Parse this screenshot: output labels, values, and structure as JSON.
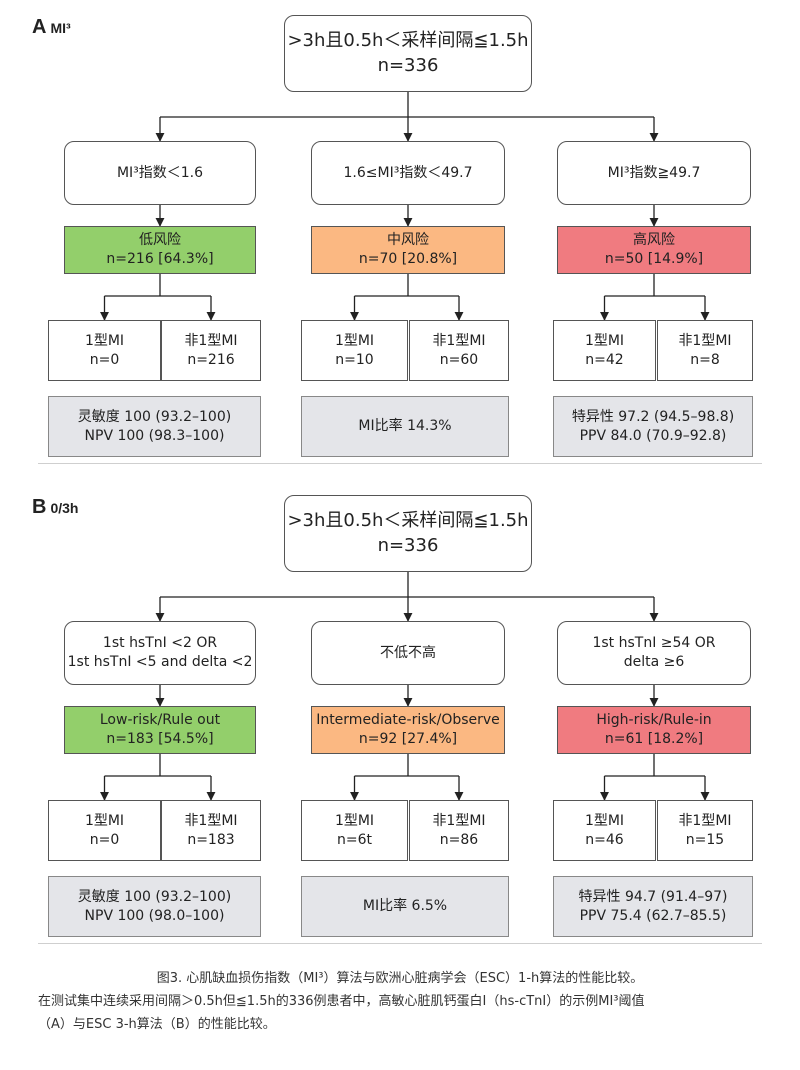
{
  "panels": [
    {
      "label": "A",
      "sublabel": "MI³",
      "root": {
        "line1": ">3h且0.5h＜采样间隔≦1.5h",
        "line2": "n=336"
      },
      "branches": [
        {
          "criterion": [
            "MI³指数＜1.6"
          ],
          "risk": {
            "line1": "低风险",
            "line2": "n=216 [64.3%]",
            "level": "low"
          },
          "leaves": [
            {
              "line1": "1型MI",
              "line2": "n=0"
            },
            {
              "line1": "非1型MI",
              "line2": "n=216"
            }
          ],
          "stats": [
            "灵敏度 100 (93.2–100)",
            "NPV 100 (98.3–100)"
          ]
        },
        {
          "criterion": [
            "1.6≤MI³指数＜49.7"
          ],
          "risk": {
            "line1": "中风险",
            "line2": "n=70 [20.8%]",
            "level": "mid"
          },
          "leaves": [
            {
              "line1": "1型MI",
              "line2": "n=10"
            },
            {
              "line1": "非1型MI",
              "line2": "n=60"
            }
          ],
          "stats": [
            "MI比率 14.3%"
          ]
        },
        {
          "criterion": [
            "MI³指数≧49.7"
          ],
          "risk": {
            "line1": "高风险",
            "line2": "n=50 [14.9%]",
            "level": "high"
          },
          "leaves": [
            {
              "line1": "1型MI",
              "line2": "n=42"
            },
            {
              "line1": "非1型MI",
              "line2": "n=8"
            }
          ],
          "stats": [
            "特异性 97.2 (94.5–98.8)",
            "PPV 84.0 (70.9–92.8)"
          ]
        }
      ]
    },
    {
      "label": "B",
      "sublabel": "0/3h",
      "root": {
        "line1": ">3h且0.5h＜采样间隔≦1.5h",
        "line2": "n=336"
      },
      "branches": [
        {
          "criterion": [
            "1st hsTnI <2 OR",
            "1st hsTnI <5 and delta <2"
          ],
          "risk": {
            "line1": "Low-risk/Rule out",
            "line2": "n=183 [54.5%]",
            "level": "low"
          },
          "leaves": [
            {
              "line1": "1型MI",
              "line2": "n=0"
            },
            {
              "line1": "非1型MI",
              "line2": "n=183"
            }
          ],
          "stats": [
            "灵敏度 100 (93.2–100)",
            "NPV 100 (98.0–100)"
          ]
        },
        {
          "criterion": [
            "不低不高"
          ],
          "risk": {
            "line1": "Intermediate-risk/Observe",
            "line2": "n=92 [27.4%]",
            "level": "mid"
          },
          "leaves": [
            {
              "line1": "1型MI",
              "line2": "n=6t"
            },
            {
              "line1": "非1型MI",
              "line2": "n=86"
            }
          ],
          "stats": [
            "MI比率 6.5%"
          ]
        },
        {
          "criterion": [
            "1st hsTnI ≥54 OR",
            "delta ≥6"
          ],
          "risk": {
            "line1": "High-risk/Rule-in",
            "line2": "n=61 [18.2%]",
            "level": "high"
          },
          "leaves": [
            {
              "line1": "1型MI",
              "line2": "n=46"
            },
            {
              "line1": "非1型MI",
              "line2": "n=15"
            }
          ],
          "stats": [
            "特异性 94.7 (91.4–97)",
            "PPV 75.4 (62.7–85.5)"
          ]
        }
      ]
    }
  ],
  "caption": {
    "line1": "图3. 心肌缺血损伤指数（MI³）算法与欧洲心脏病学会（ESC）1-h算法的性能比较。",
    "line2": "在测试集中连续采用间隔＞0.5h但≦1.5h的336例患者中，高敏心脏肌钙蛋白I（hs-cTnI）的示例MI³阈值",
    "line3": "（A）与ESC 3-h算法（B）的性能比较。"
  }
}
